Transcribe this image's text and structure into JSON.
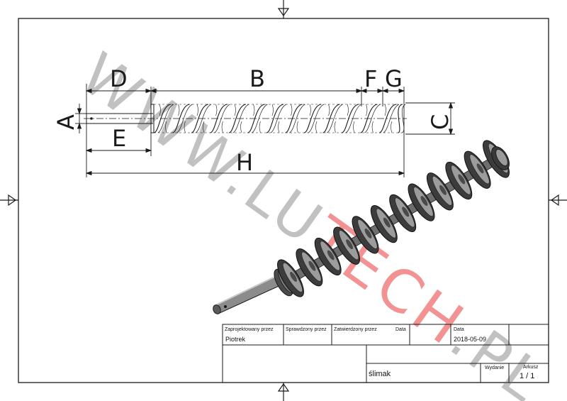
{
  "dimension_labels": {
    "a": "A",
    "b": "B",
    "c": "C",
    "d": "D",
    "e": "E",
    "f": "F",
    "g": "G",
    "h": "H"
  },
  "watermark": {
    "part1": "WWW.LU",
    "part2": "TECH",
    "part3": ".PL",
    "color_gray": "#b7b7b7",
    "color_red": "#f08080"
  },
  "title_block": {
    "designed_by_label": "Zaprojektowany przez",
    "designed_by_value": "Piotrek",
    "checked_by_label": "Sprawdzony przez",
    "approved_by_label": "Zatwierdzony przez",
    "date_label_1": "Data",
    "date_label_2": "Data",
    "date_value": "2018-05-09",
    "part_name": "ślimak",
    "edition_label": "Wydanie",
    "sheet_label": "Arkusz",
    "sheet_value": "1 / 1"
  },
  "colors": {
    "line": "#1a1a1a",
    "screw_dark": "#3a3a3a",
    "screw_mid": "#6e6e6e",
    "screw_light": "#a8a8a8"
  }
}
